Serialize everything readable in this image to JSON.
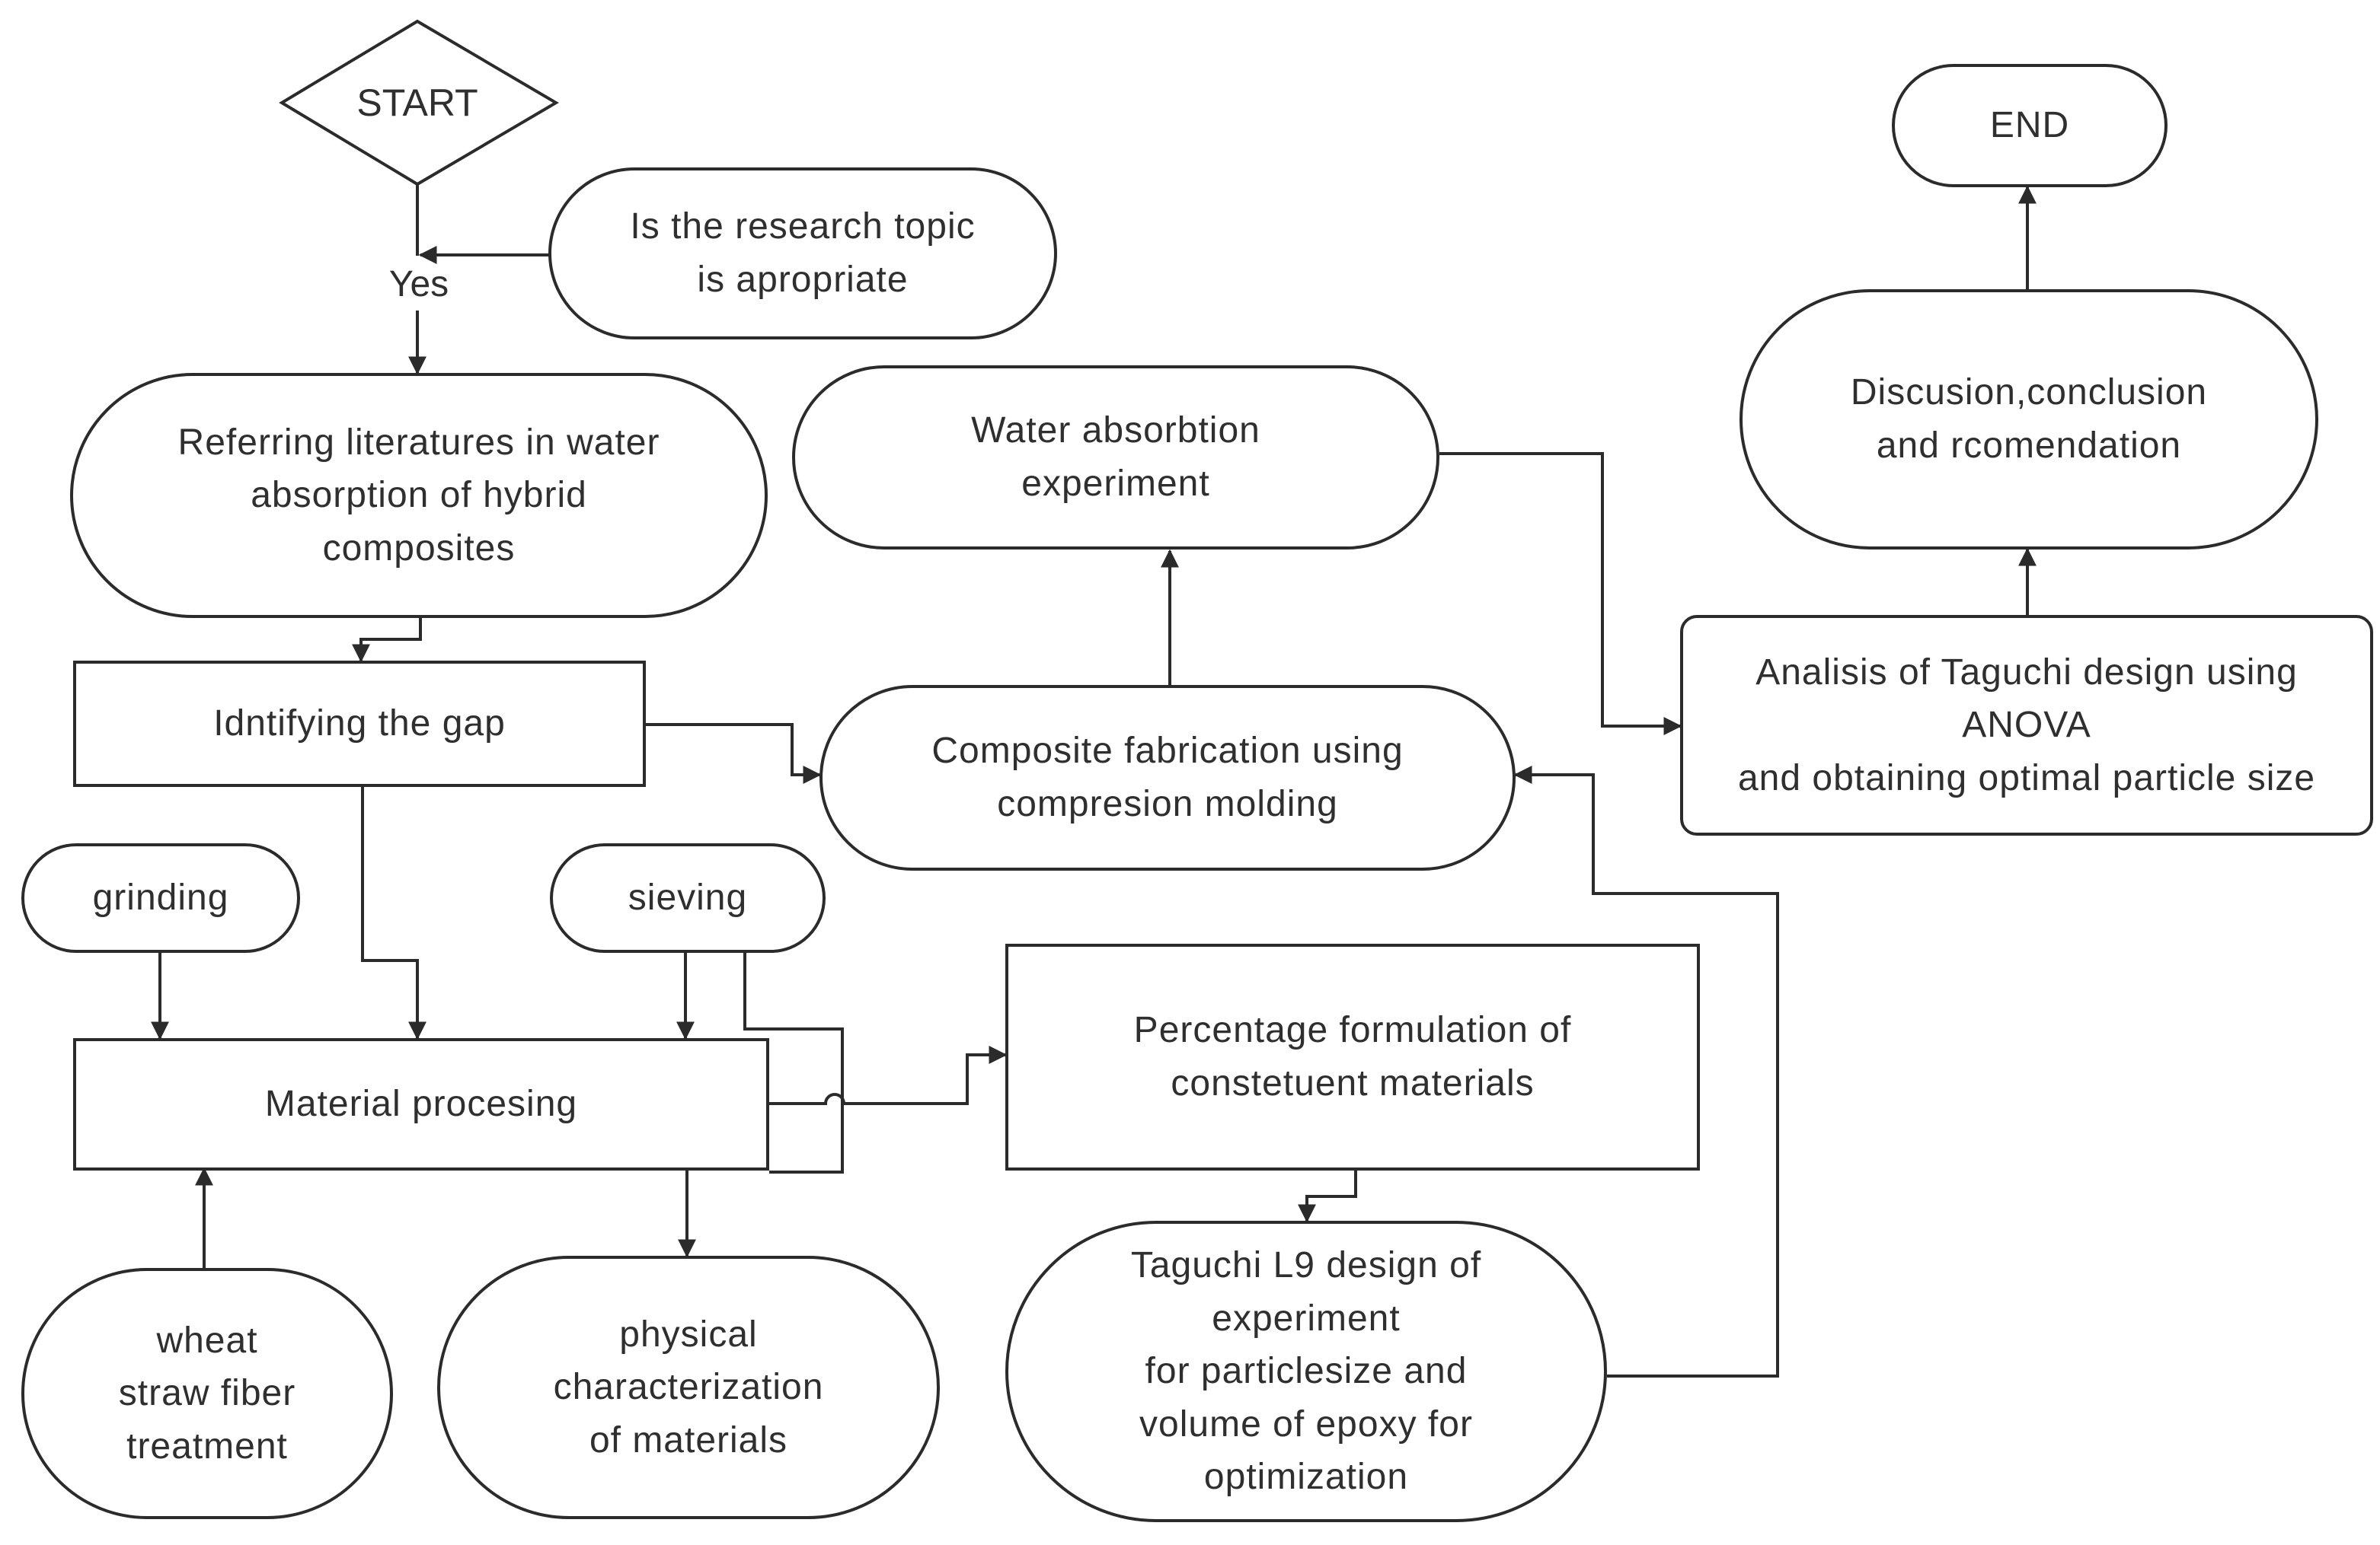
{
  "nodes": {
    "start": "START",
    "research_topic": "Is the research topic\nis apropriate",
    "yes": "Yes",
    "literature": "Referring literatures in water\nabsorption of hybrid\ncomposites",
    "gap": "Idntifying the gap",
    "grinding": "grinding",
    "sieving": "sieving",
    "material_processing": "Material procesing",
    "wheat_straw": "wheat\nstraw fiber\ntreatment",
    "physical_char": "physical\ncharacterization\nof materials",
    "water_absorption": "Water absorbtion\nexperiment",
    "composite_fabrication": "Composite fabrication using\ncompresion molding",
    "percentage_formulation": "Percentage formulation of\nconstetuent materials",
    "taguchi_l9": "Taguchi L9 design of\nexperiment\nfor particlesize and\nvolume of epoxy for\noptimization",
    "anova": "Analisis of Taguchi design using\nANOVA\nand obtaining optimal particle size",
    "discussion": "Discusion,conclusion\nand rcomendation",
    "end": "END"
  },
  "colors": {
    "stroke": "#2b2b2b",
    "text": "#2f2f2f",
    "background": "#ffffff"
  }
}
